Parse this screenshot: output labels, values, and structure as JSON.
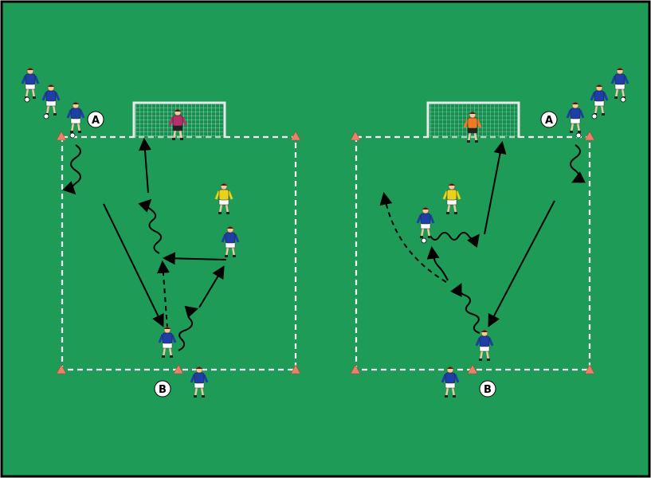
{
  "colors": {
    "pitch": "#1e9b57",
    "border": "#000000",
    "lines": "#ffffff",
    "goal_net": "#0a7a45",
    "team_shirt": "#1d3fa6",
    "team_shorts": "#ffffff",
    "opponent_shirt": "#e8d21e",
    "keeper_left_shirt": "#b8306a",
    "keeper_right_shirt": "#f07a22",
    "cone": "#e8826a",
    "arrow": "#000000"
  },
  "labels": {
    "left_a": "A",
    "left_b": "B",
    "right_a": "A",
    "right_b": "B"
  },
  "icons": [
    "cone-icon",
    "ball-icon",
    "player-figure",
    "arrow-head-icon"
  ]
}
